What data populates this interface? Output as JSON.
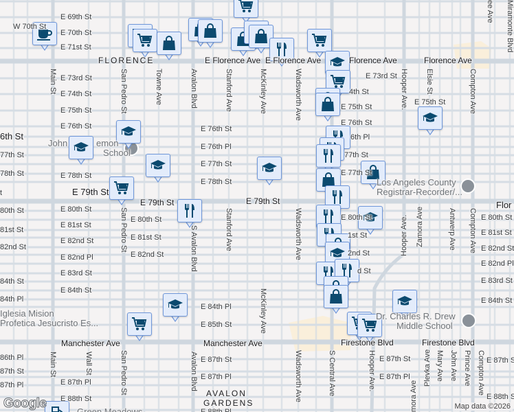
{
  "map": {
    "credit": "Map data ©2026",
    "logo": "Google",
    "colors": {
      "background": "#f5f3f3",
      "road": "#d6dde4",
      "major_road": "#cfd7df",
      "marker_fill": "#e3ecfb",
      "marker_border": "#6f97da",
      "marker_icon": "#0b4a6f",
      "commercial_area": "#fbeed5"
    },
    "street_labels": [
      "E 69th St",
      "W 70th St",
      "E 70th St",
      "E 71st St",
      "FLORENCE",
      "E Florence Ave",
      "E Florence Ave",
      "Florence Ave",
      "Florence Ave",
      "E 73rd St",
      "E 73rd St",
      "E 74th St",
      "4th St",
      "E 75th St",
      "E 75th St",
      "E 75th St",
      "E 76th St",
      "E 76th St",
      "E 76th St",
      "E 76th Pl",
      "6th Pl",
      "E 77th St",
      "77th St",
      "E 77th St",
      "E 78th St",
      "E 78th St",
      "E 79th St",
      "E 79th St",
      "E 79th St",
      "E 80th St",
      "E 80th St",
      "E 80th St",
      "E 80th St",
      "E 81st St",
      "E 81st St",
      "1st St",
      "E 81st St",
      "E 82nd St",
      "E 82nd St",
      "2nd St",
      "E 82nd St",
      "E 82nd Pl",
      "E 82nd Pl",
      "E 83rd St",
      "d St",
      "E 83rd St",
      "E 84th St",
      "E 84th St",
      "E 84th Pl",
      "E 85th St",
      "Manchester Ave",
      "Manchester Ave",
      "Firestone Blvd",
      "Firestone Blvd",
      "E 87th St",
      "E 87th St",
      "E 87th St",
      "E 87th Pl",
      "E 87th Pl",
      "E 87th Pl",
      "E 88th St",
      "E 88th St",
      "E 88th Pl",
      "6th St",
      "77th St",
      "78th St",
      "t",
      "80th St",
      "81st St",
      "82nd St",
      "84th St",
      "84th Pl",
      "86th Pl",
      "87th St",
      "87th Pl",
      "Flor"
    ],
    "vertical_labels": [
      "Main St",
      "San Pedro St",
      "Towne Ave",
      "Avalon Blvd",
      "Stanford Ave",
      "McKinley Ave",
      "Wadsworth Ave",
      "Hooper Ave.",
      "Elsie St",
      "Compton Ave",
      "ee Ave",
      "Miramonte Blvd",
      "San Pedro St",
      "S Avalon Blvd",
      "Stanford Ave",
      "Wadsworth Ave",
      "Antwerp Ave",
      "Compton Ave",
      "McKinley Ave",
      "Wadsworth Ave",
      "S Central Ave",
      "Hooper Ave.",
      "Main St",
      "Wall St",
      "San Pedro St",
      "Avalon Blvd",
      "Mary Ave",
      "John Ave",
      "Prince Ave",
      "Compton Ave"
    ],
    "vertical_up_labels": [
      "Hooper Ave.",
      "Zamora Ave",
      "Plevka Ave",
      "mora Ave"
    ],
    "places": [
      {
        "name": "John",
        "icon": "school-badge"
      },
      {
        "name": "emon",
        "icon": ""
      },
      {
        "name": "School",
        "icon": ""
      },
      {
        "name": "Los Angeles County",
        "icon": "government-building-badge"
      },
      {
        "name": "Registrar-Recorder/...",
        "icon": ""
      },
      {
        "name": "Dr. Charles R. Drew",
        "icon": "school-badge"
      },
      {
        "name": "Middle School",
        "icon": ""
      },
      {
        "name": "Iglesia Mision",
        "icon": ""
      },
      {
        "name": "Profetica Jesucristo Es...",
        "icon": ""
      },
      {
        "name": "Green Meadows",
        "icon": ""
      }
    ],
    "neighborhoods": [
      "AVALON",
      "GARDENS"
    ],
    "markers": [
      "coffee",
      "cart",
      "cart",
      "bag",
      "bag",
      "bag",
      "cart",
      "bag",
      "restaurant",
      "bag",
      "restaurant",
      "cart",
      "school",
      "cart",
      "bag",
      "bag",
      "restaurant",
      "restaurant",
      "restaurant",
      "school",
      "bag",
      "bag",
      "restaurant",
      "school",
      "school",
      "school",
      "cart",
      "restaurant",
      "restaurant",
      "school",
      "restaurant",
      "bag",
      "school",
      "restaurant",
      "restaurant",
      "bag",
      "bag",
      "school",
      "school",
      "cart",
      "cart",
      "cart",
      "school",
      "gas"
    ]
  }
}
